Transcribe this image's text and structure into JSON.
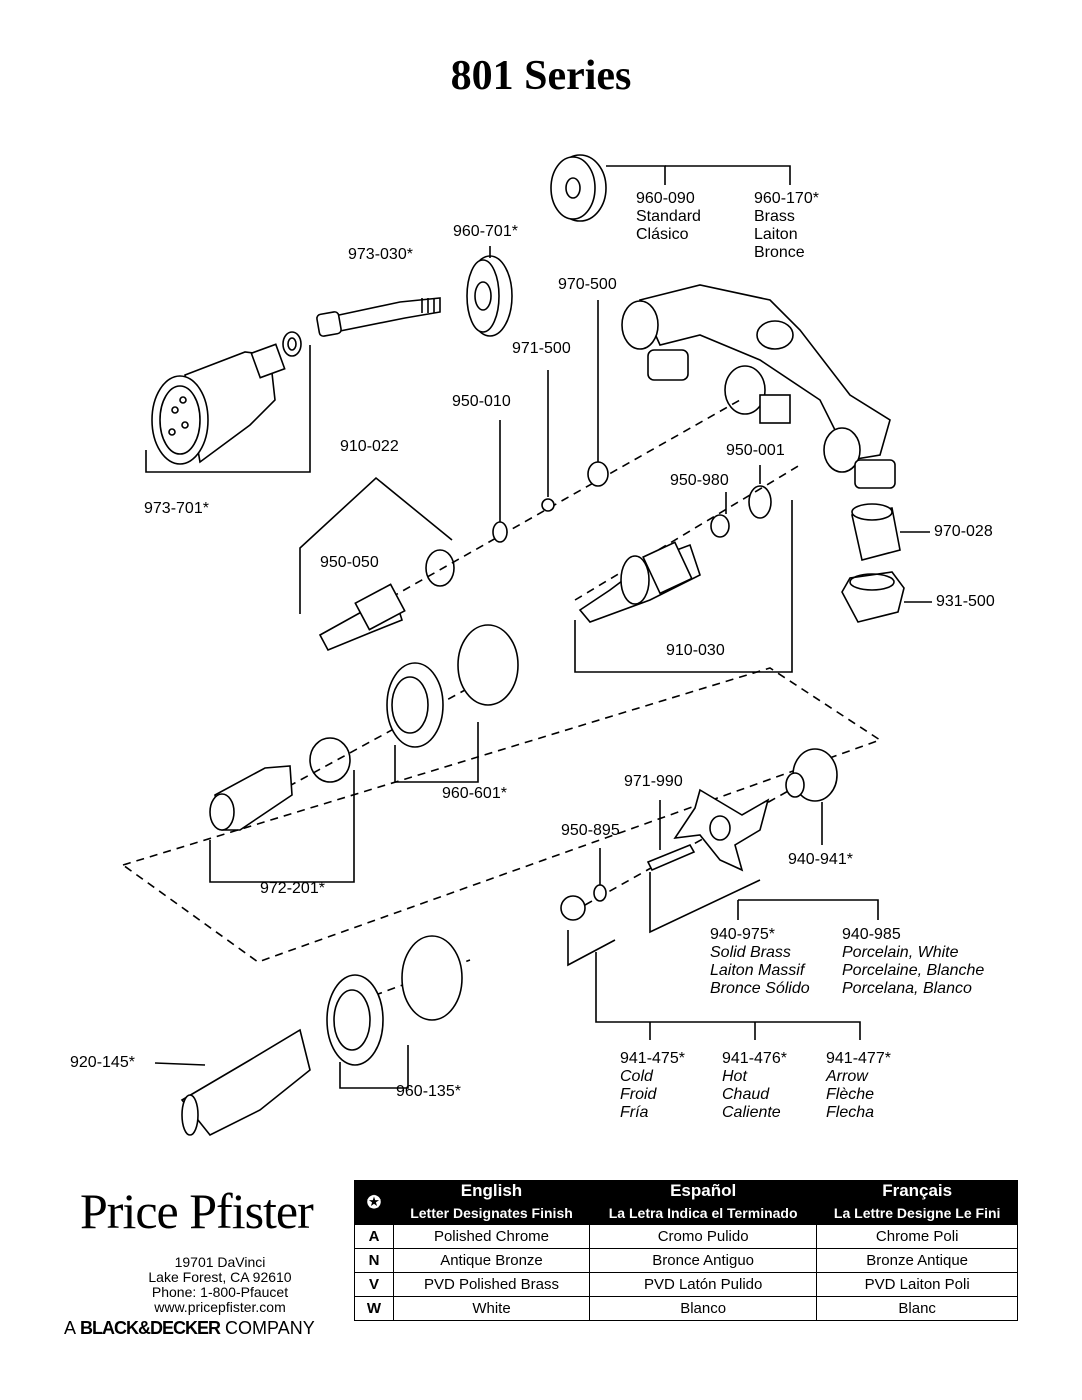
{
  "title": "801 Series",
  "parts": {
    "p960_090": [
      "960-090",
      "Standard",
      "Clásico"
    ],
    "p960_170": [
      "960-170*",
      "Brass",
      "Laiton",
      "Bronce"
    ],
    "p960_701": "960-701*",
    "p973_030": "973-030*",
    "p970_500": "970-500",
    "p971_500": "971-500",
    "p950_010": "950-010",
    "p910_022": "910-022",
    "p950_001": "950-001",
    "p950_980": "950-980",
    "p973_701": "973-701*",
    "p950_050": "950-050",
    "p970_028": "970-028",
    "p931_500": "931-500",
    "p910_030": "910-030",
    "p960_601": "960-601*",
    "p971_990": "971-990",
    "p950_895": "950-895",
    "p972_201": "972-201*",
    "p940_941": "940-941*",
    "p940_975": [
      "940-975*",
      "Solid Brass",
      "Laiton Massif",
      "Bronce Sólido"
    ],
    "p940_985": [
      "940-985",
      "Porcelain, White",
      "Porcelaine, Blanche",
      "Porcelana, Blanco"
    ],
    "p920_145": "920-145*",
    "p960_135": "960-135*",
    "p941_475": [
      "941-475*",
      "Cold",
      "Froid",
      "Fría"
    ],
    "p941_476": [
      "941-476*",
      "Hot",
      "Chaud",
      "Caliente"
    ],
    "p941_477": [
      "941-477*",
      "Arrow",
      "Flèche",
      "Flecha"
    ]
  },
  "brand": {
    "name": "Price Pfister",
    "address": [
      "19701 DaVinci",
      "Lake Forest, CA 92610",
      "Phone: 1-800-Pfaucet",
      "www.pricepfister.com"
    ],
    "company_prefix": "A",
    "company_name": "BLACK&DECKER",
    "company_suffix": "COMPANY"
  },
  "finish_table": {
    "symbol": "✪",
    "headers": [
      "English",
      "Español",
      "Français"
    ],
    "subheaders": [
      "Letter Designates Finish",
      "La Letra Indica el Terminado",
      "La Lettre Designe Le Fini"
    ],
    "rows": [
      {
        "code": "A",
        "en": "Polished Chrome",
        "es": "Cromo Pulido",
        "fr": "Chrome Poli"
      },
      {
        "code": "N",
        "en": "Antique Bronze",
        "es": "Bronce Antiguo",
        "fr": "Bronze Antique"
      },
      {
        "code": "V",
        "en": "PVD Polished Brass",
        "es": "PVD Latón Pulido",
        "fr": "PVD Laiton Poli"
      },
      {
        "code": "W",
        "en": "White",
        "es": "Blanco",
        "fr": "Blanc"
      }
    ]
  }
}
